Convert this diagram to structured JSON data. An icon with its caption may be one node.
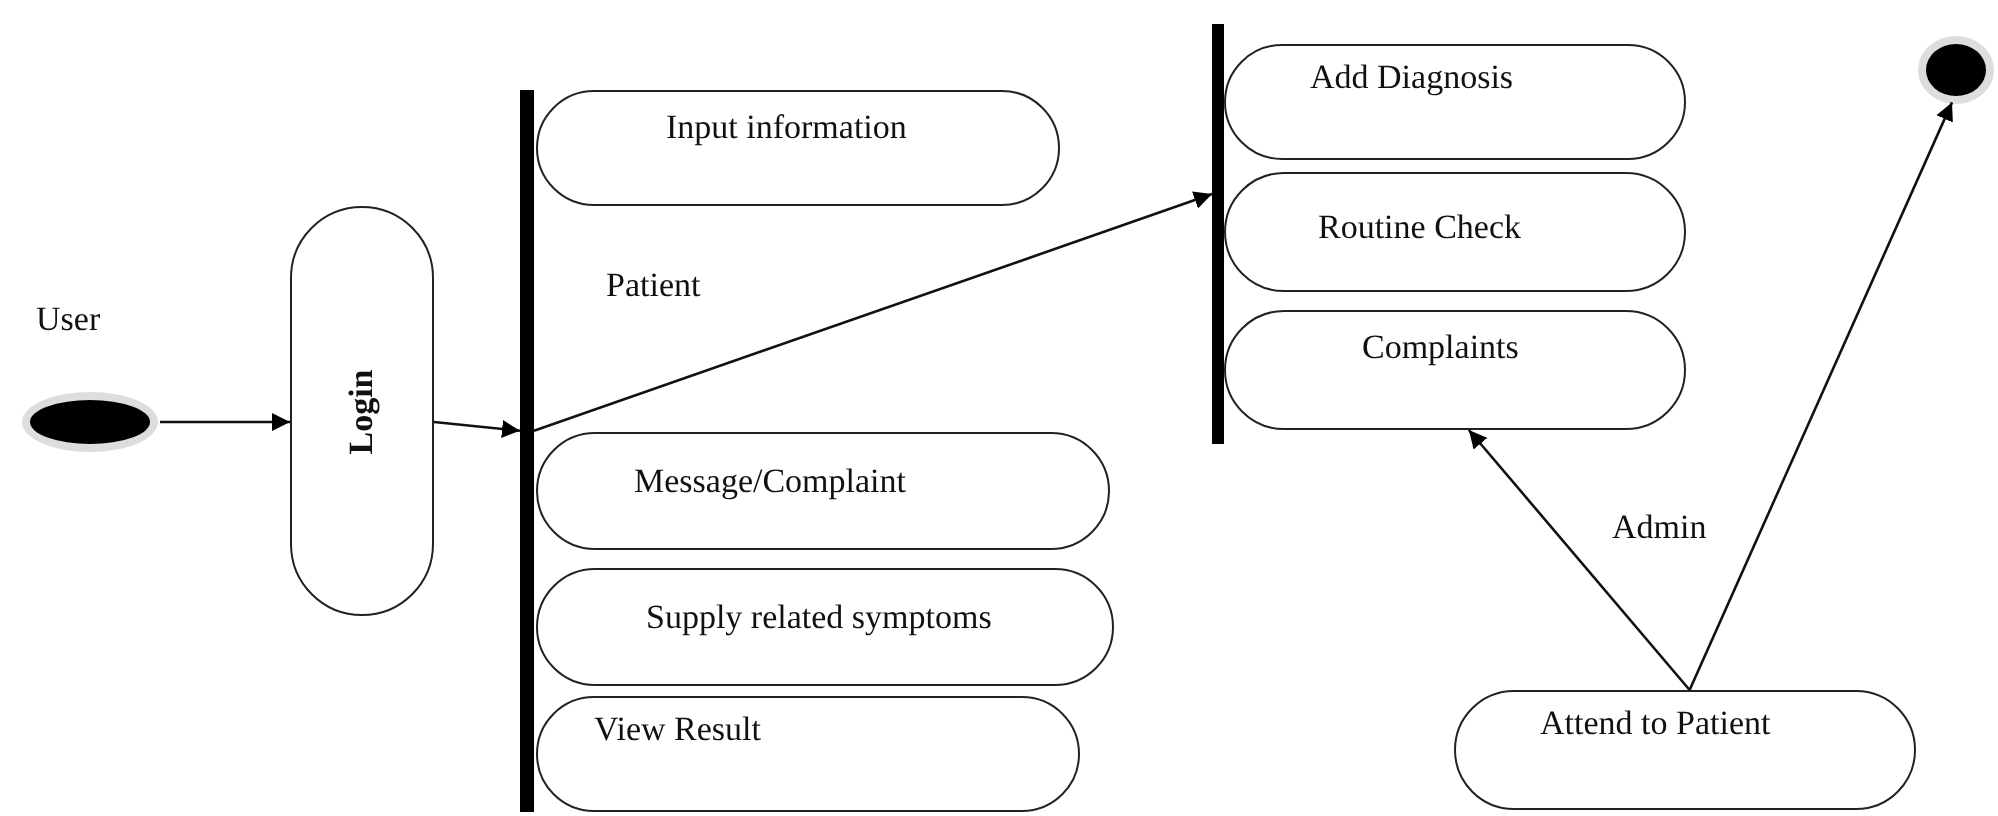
{
  "diagram": {
    "nodes": [
      {
        "text": [],
        "shape": "circle"
      },
      {
        "text": [
          "Login"
        ]
      },
      {
        "text": [],
        "shape": "bar"
      },
      {
        "text": [
          "Input information"
        ]
      },
      {
        "text": [
          "Message/Complaint"
        ]
      },
      {
        "text": [
          "Supply related symptoms"
        ]
      },
      {
        "text": [
          "View Result"
        ]
      },
      {
        "text": [],
        "shape": "bar"
      },
      {
        "text": [
          "Add Diagnosis"
        ]
      },
      {
        "text": [
          "Routine Check"
        ]
      },
      {
        "text": [
          "Complaints"
        ]
      },
      {
        "text": [
          "Attend to Patient"
        ]
      },
      {
        "text": [],
        "shape": "circle"
      }
    ],
    "edges": [
      {
        "from": 0,
        "to": 1,
        "arrow": "to"
      },
      {
        "from": 1,
        "to": 2,
        "arrow": "to"
      },
      {
        "from": 2,
        "to": 7,
        "arrow": "to"
      },
      {
        "from": 11,
        "to": 10,
        "arrow": "to"
      },
      {
        "from": 11,
        "to": 12,
        "arrow": "to"
      }
    ],
    "labels": [
      "User",
      "Patient",
      "Admin"
    ]
  }
}
